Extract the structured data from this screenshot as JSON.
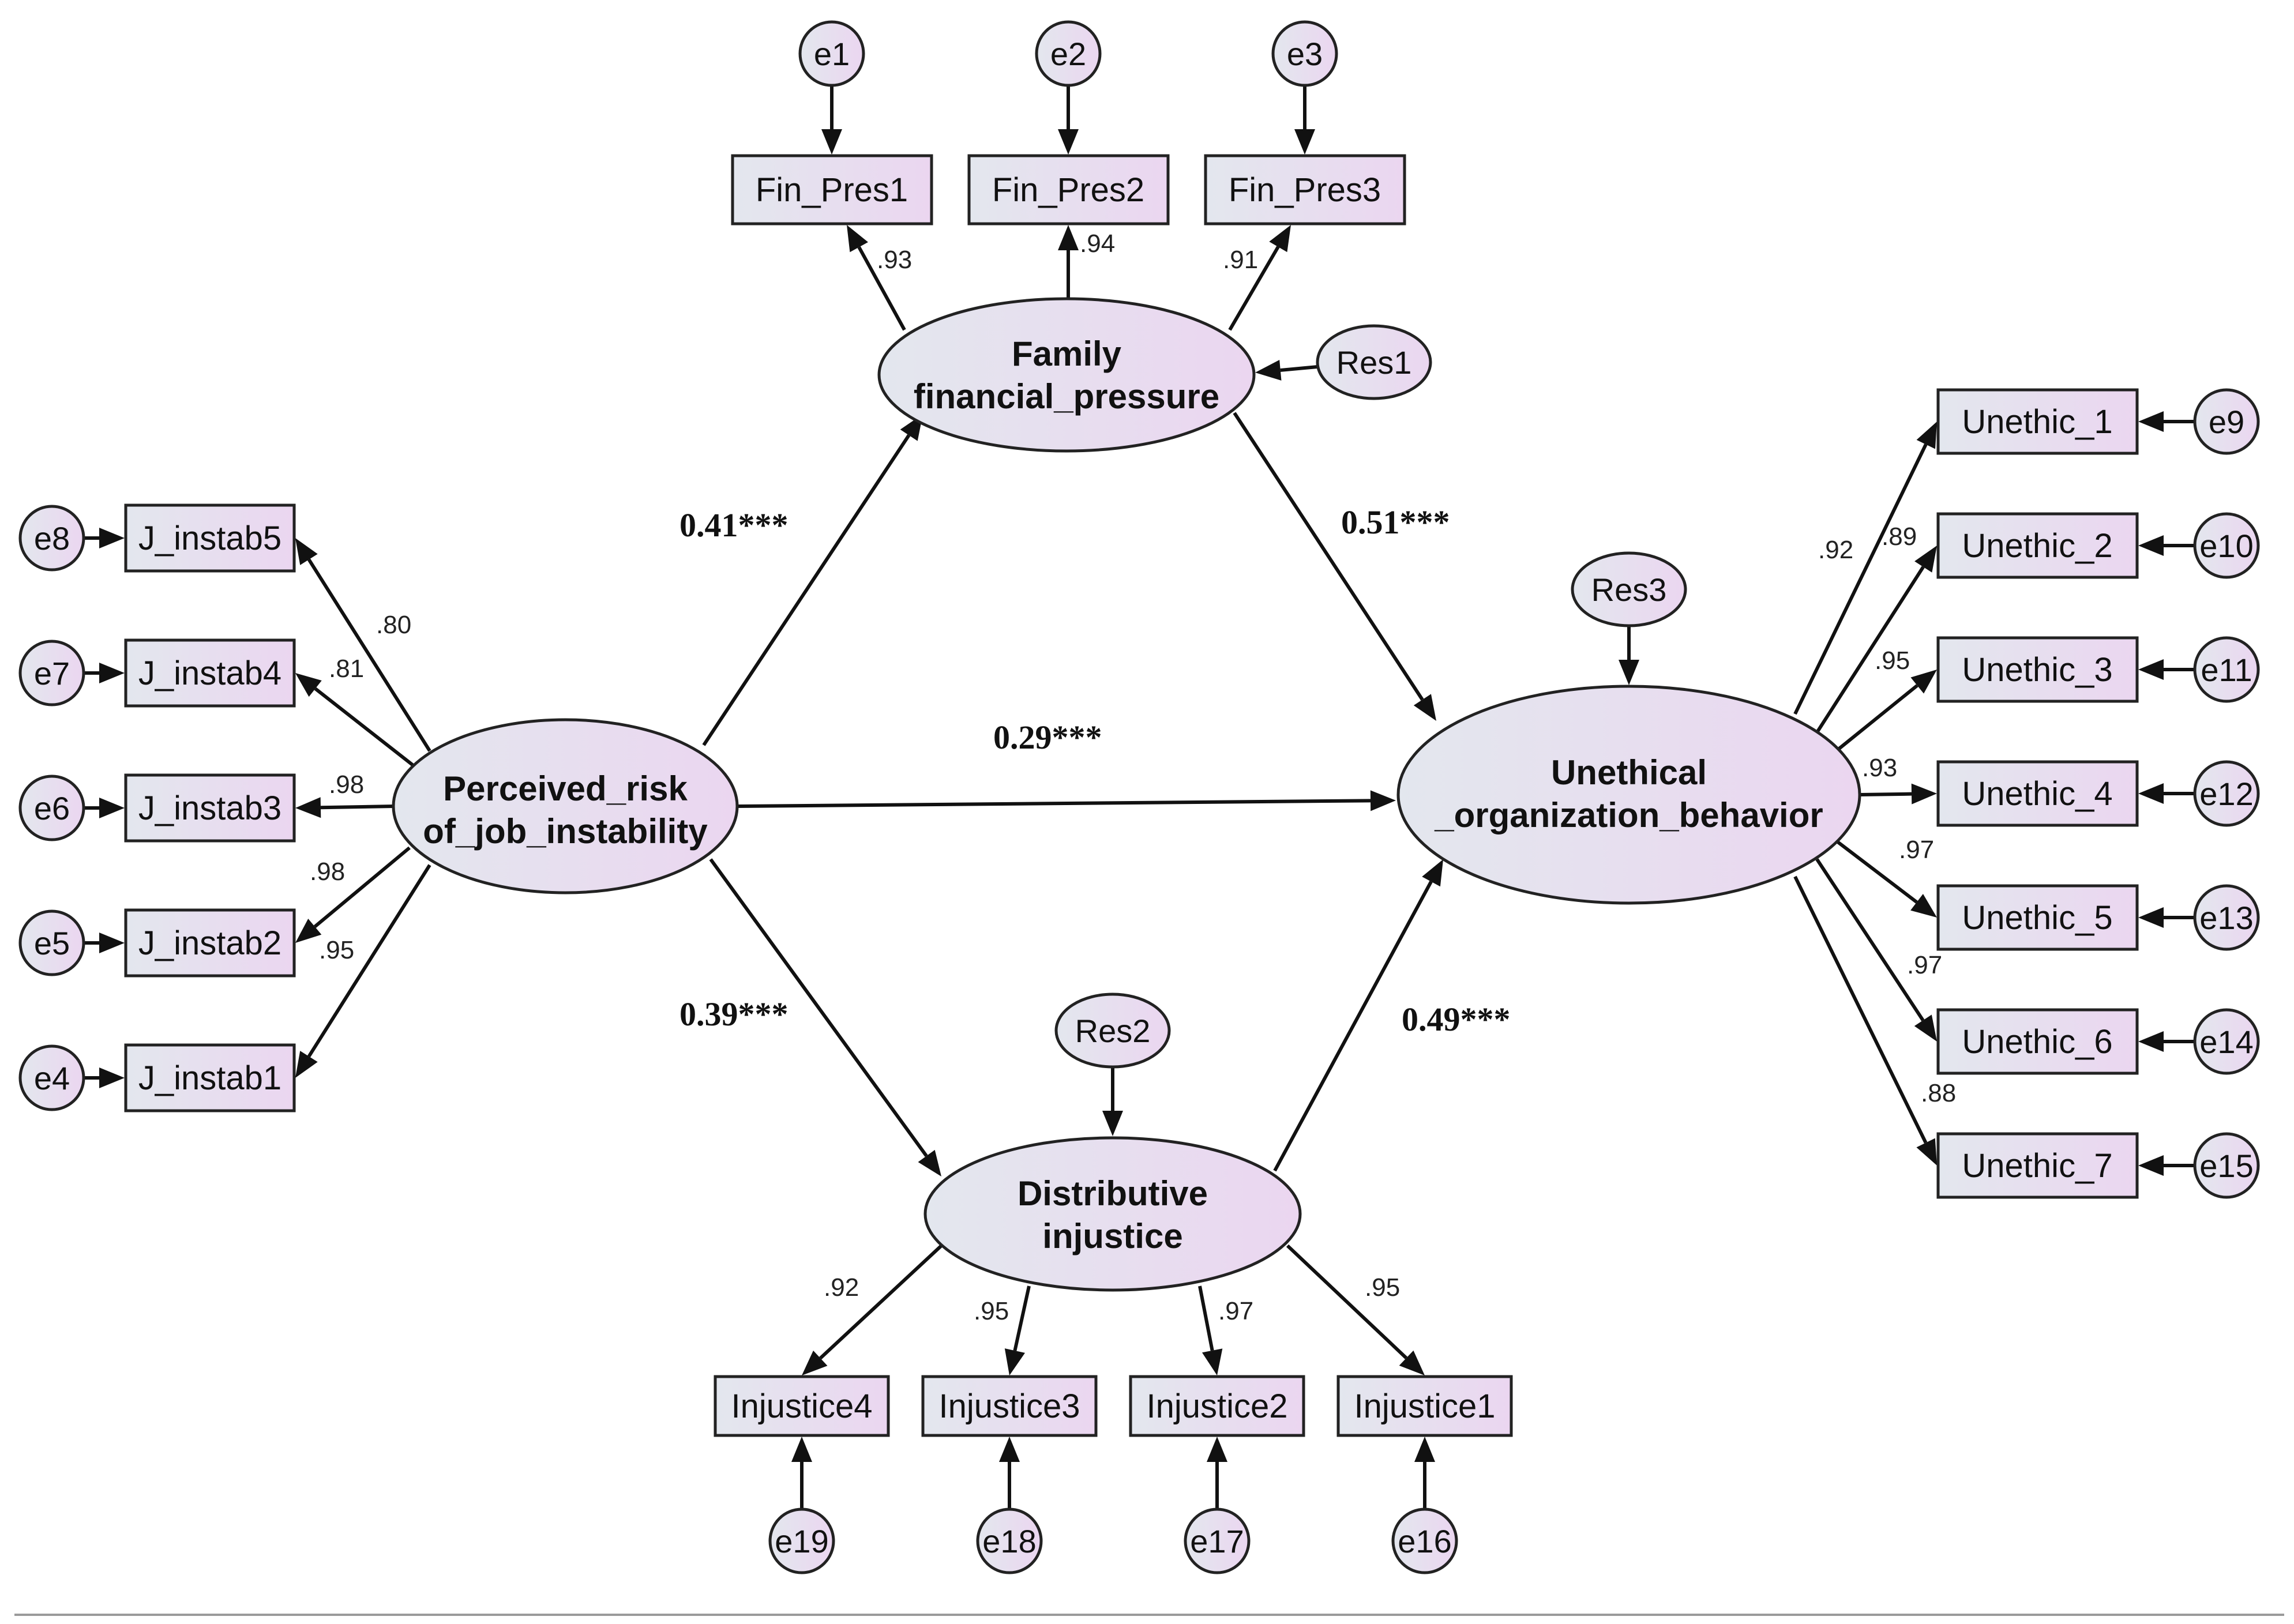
{
  "colors": {
    "fill_start": "#e3e7ee",
    "fill_end": "#ebd6f0",
    "stroke": "#222222",
    "footer_line": "#9a9a9a"
  },
  "constructs": {
    "prji": [
      "Perceived_risk",
      "of_job_instability"
    ],
    "ffp": [
      "Family",
      "financial_pressure"
    ],
    "di": [
      "Distributive",
      "injustice"
    ],
    "uob": [
      "Unethical",
      "_organization_behavior"
    ]
  },
  "residuals": {
    "res1": "Res1",
    "res2": "Res2",
    "res3": "Res3"
  },
  "indicators": {
    "fin": [
      "Fin_Pres1",
      "Fin_Pres2",
      "Fin_Pres3"
    ],
    "jinstab": [
      "J_instab5",
      "J_instab4",
      "J_instab3",
      "J_instab2",
      "J_instab1"
    ],
    "unethic": [
      "Unethic_1",
      "Unethic_2",
      "Unethic_3",
      "Unethic_4",
      "Unethic_5",
      "Unethic_6",
      "Unethic_7"
    ],
    "injustice": [
      "Injustice4",
      "Injustice3",
      "Injustice2",
      "Injustice1"
    ]
  },
  "errors": {
    "fin": [
      "e1",
      "e2",
      "e3"
    ],
    "jinstab": [
      "e8",
      "e7",
      "e6",
      "e5",
      "e4"
    ],
    "unethic": [
      "e9",
      "e10",
      "e11",
      "e12",
      "e13",
      "e14",
      "e15"
    ],
    "injustice": [
      "e19",
      "e18",
      "e17",
      "e16"
    ]
  },
  "loadings": {
    "fin": [
      ".93",
      ".94",
      ".91"
    ],
    "jinstab": [
      ".80",
      ".81",
      ".98",
      ".98",
      ".95"
    ],
    "unethic": [
      ".92",
      ".89",
      ".95",
      ".93",
      ".97",
      ".97",
      ".88"
    ],
    "injustice": [
      ".92",
      ".95",
      ".97",
      ".95"
    ]
  },
  "paths": {
    "prji_ffp": "0.41***",
    "ffp_uob": "0.51***",
    "prji_uob": "0.29***",
    "prji_di": "0.39***",
    "di_uob": "0.49***"
  }
}
